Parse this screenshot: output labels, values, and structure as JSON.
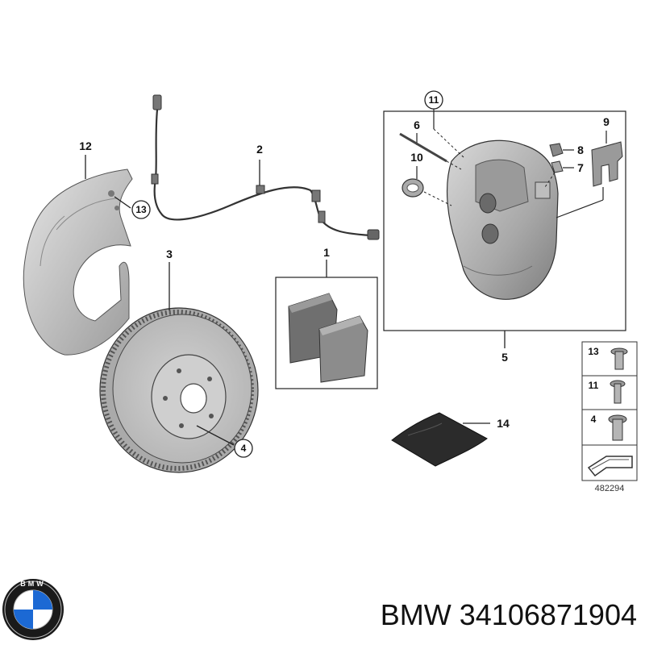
{
  "callouts": {
    "c1": "1",
    "c2": "2",
    "c3": "3",
    "c4": "4",
    "c5": "5",
    "c6": "6",
    "c7": "7",
    "c8": "8",
    "c9": "9",
    "c10": "10",
    "c11": "11",
    "c12": "12",
    "c13": "13",
    "c14": "14"
  },
  "legend": {
    "items": [
      {
        "label": "13"
      },
      {
        "label": "11"
      },
      {
        "label": "4"
      }
    ],
    "reference_number": "482294"
  },
  "footer": {
    "brand_text": "BMW 34106871904",
    "logo_letters": "BMW"
  },
  "colors": {
    "line": "#222222",
    "part_fill": "#c8c8c8",
    "part_dark": "#9a9a9a",
    "logo_blue": "#1c69d4"
  }
}
